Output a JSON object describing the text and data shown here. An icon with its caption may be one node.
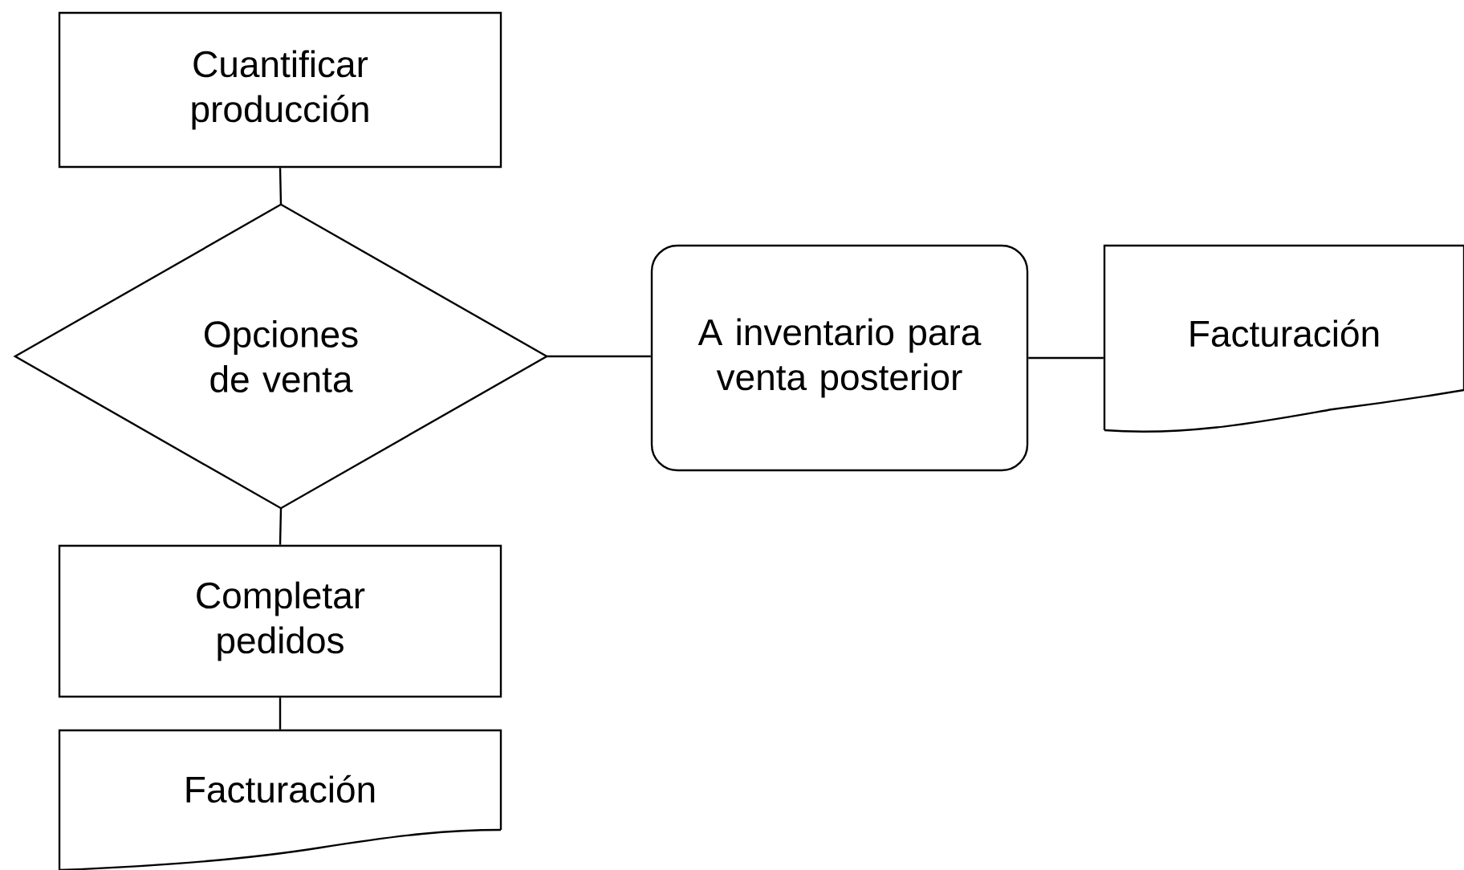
{
  "diagram": {
    "nodes": [
      {
        "text": [
          "Cuantificar producción"
        ]
      },
      {
        "text": [
          "Opciones de venta"
        ]
      },
      {
        "text": [
          "A inventario para venta posterior"
        ]
      },
      {
        "text": [
          "Facturación"
        ]
      },
      {
        "text": [
          "Completar pedidos"
        ]
      },
      {
        "text": [
          "Facturación"
        ]
      }
    ],
    "edges": [
      {
        "from": 0,
        "to": 1,
        "arrow": "none"
      },
      {
        "from": 1,
        "to": 2,
        "arrow": "none"
      },
      {
        "from": 2,
        "to": 3,
        "arrow": "none"
      },
      {
        "from": 1,
        "to": 4,
        "arrow": "none"
      },
      {
        "from": 4,
        "to": 5,
        "arrow": "none"
      }
    ]
  }
}
